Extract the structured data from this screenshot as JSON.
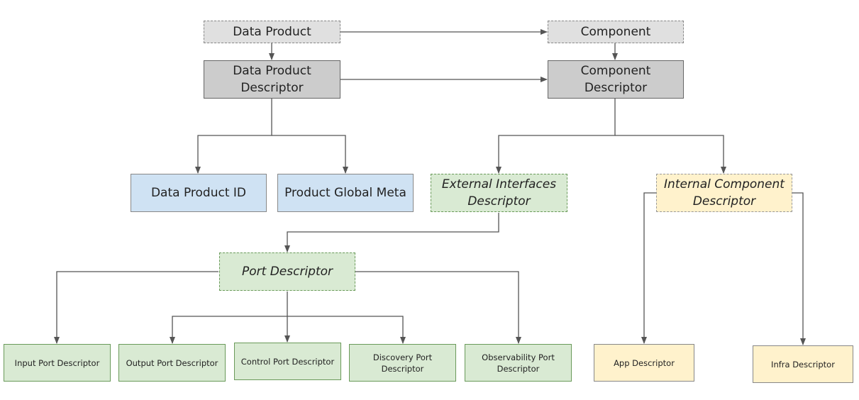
{
  "nodes": {
    "data_product": "Data Product",
    "component": "Component",
    "dp_descriptor": [
      "Data Product",
      "Descriptor"
    ],
    "comp_descriptor": [
      "Component",
      "Descriptor"
    ],
    "dp_id": "Data Product ID",
    "product_global_meta": "Product Global Meta",
    "external_interfaces": [
      "External Interfaces",
      "Descriptor"
    ],
    "internal_component": [
      "Internal Component",
      "Descriptor"
    ],
    "port_descriptor": "Port Descriptor",
    "input_port": "Input Port Descriptor",
    "output_port": "Output Port Descriptor",
    "control_port": "Control Port Descriptor",
    "discovery_port": [
      "Discovery Port",
      "Descriptor"
    ],
    "observability_port": [
      "Observability Port",
      "Descriptor"
    ],
    "app_descriptor": "App Descriptor",
    "infra_descriptor": "Infra Descriptor"
  },
  "colors": {
    "line": "#555555",
    "gray_fill": "#cccccc",
    "gray_light": "#e0e0e0",
    "blue_fill": "#cfe2f3",
    "green_fill": "#d9ead3",
    "yellow_fill": "#fff2cc"
  }
}
